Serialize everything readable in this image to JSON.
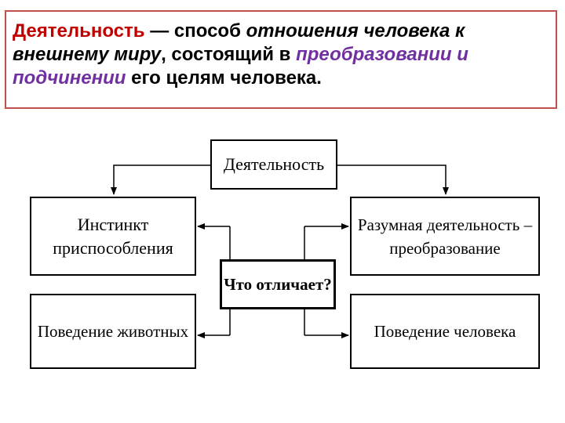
{
  "definition": {
    "term": "Деятельность",
    "dash": " — способ ",
    "phrase1": "отношения человека к внешнему миру",
    "mid": ", состоящий в ",
    "phrase2": "преобразовании и подчинении",
    "tail": " его целям человека."
  },
  "diagram": {
    "top": "Деятельность",
    "instinct_line1": "Инстинкт",
    "instinct_line2": "приспособления",
    "reason_line1": "Разумная деятельность –",
    "reason_line2": "преобразование",
    "question": "Что отличает?",
    "animal": "Поведение животных",
    "human": "Поведение человека"
  }
}
